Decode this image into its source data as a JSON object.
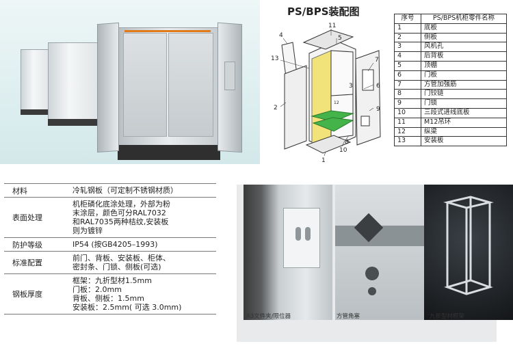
{
  "diagram": {
    "title": "PS/BPS装配图",
    "callouts": [
      "1",
      "2",
      "3",
      "4",
      "5",
      "6",
      "7",
      "8",
      "9",
      "10",
      "11",
      "12",
      "13"
    ],
    "inner_label": "12"
  },
  "parts_table": {
    "headers": [
      "序号",
      "PS/BPS机柜零件名称"
    ],
    "rows": [
      [
        "1",
        "底板"
      ],
      [
        "2",
        "侧板"
      ],
      [
        "3",
        "风机孔"
      ],
      [
        "4",
        "后背板"
      ],
      [
        "5",
        "顶棚"
      ],
      [
        "6",
        "门板"
      ],
      [
        "7",
        "方管加强筋"
      ],
      [
        "8",
        "门铰链"
      ],
      [
        "9",
        "门锁"
      ],
      [
        "10",
        "三段式进线底板"
      ],
      [
        "11",
        "M12吊环"
      ],
      [
        "12",
        "纵梁"
      ],
      [
        "13",
        "安装板"
      ]
    ]
  },
  "spec_table": [
    {
      "label": "材料",
      "lines": [
        "冷轧钢板（可定制不锈钢材质）"
      ]
    },
    {
      "label": "表面处理",
      "lines": [
        "机柜磷化底涂处理，外部为粉",
        "末涂层，颜色可分RAL7032",
        "和RAL7035两种桔纹,安装板",
        "则为镀锌"
      ]
    },
    {
      "label": "防护等级",
      "lines": [
        "IP54 (按GB4205–1993)"
      ]
    },
    {
      "label": "标准配置",
      "lines": [
        "前门、背板、安装板、柜体、",
        "密封条、门锁、侧板(可选)"
      ]
    },
    {
      "label": "钢板厚度",
      "lines": [
        "框架：九折型材1.5mm",
        "门板：2.0mm",
        "背板、侧板：1.5mm",
        "安装板：2.5mm( 可选 3.0mm)"
      ]
    }
  ],
  "photos": [
    {
      "caption": "A3文件夹/限位器"
    },
    {
      "caption": "方管角塞"
    },
    {
      "caption": "九折型材框架"
    }
  ],
  "colors": {
    "plate_green": "#44b34a",
    "plate_yellow": "#f2e27a",
    "frame": "#333333"
  }
}
